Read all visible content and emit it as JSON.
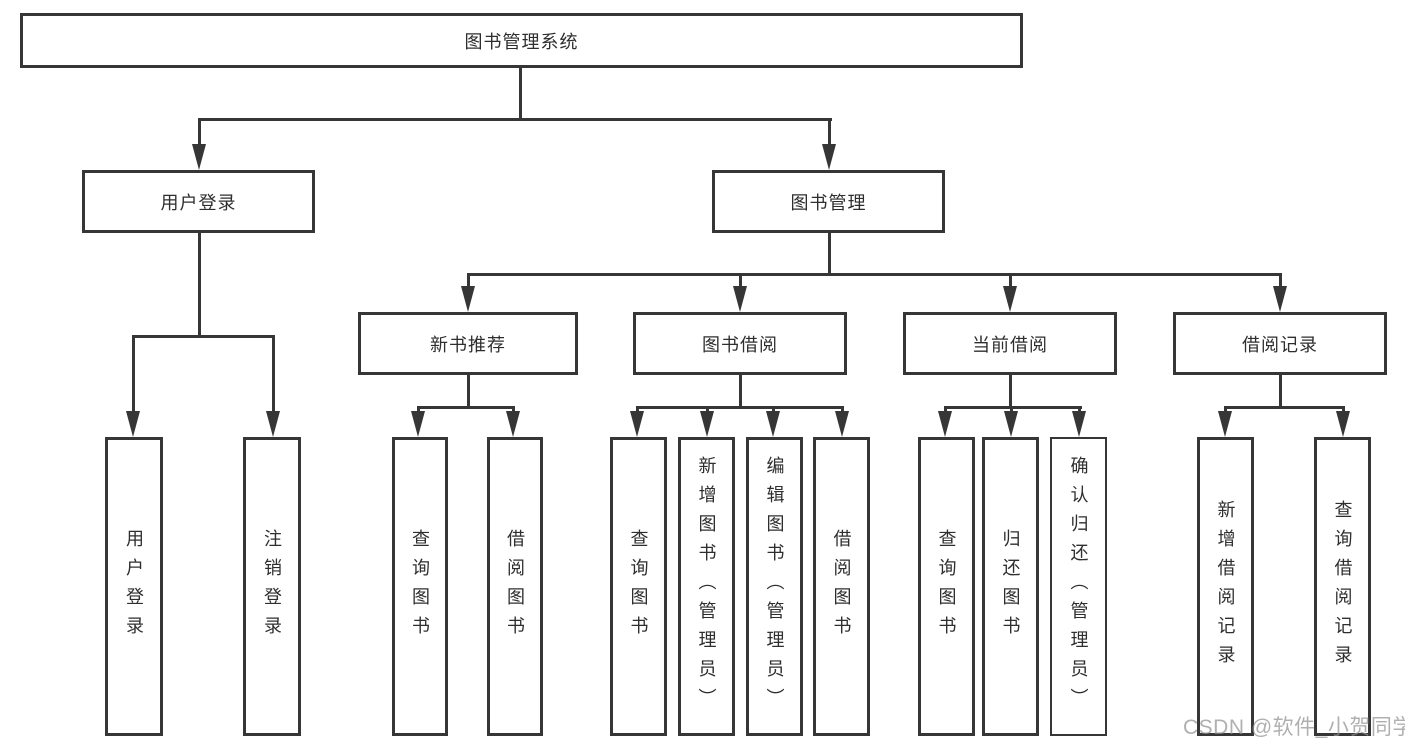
{
  "diagram": {
    "nodes": {
      "root": "图书管理系统",
      "user_login": "用户登录",
      "book_mgmt": "图书管理",
      "new_book_rec": "新书推荐",
      "book_borrow": "图书借阅",
      "current_borrow": "当前借阅",
      "borrow_records": "借阅记录",
      "ul_user_login": "用户登录",
      "ul_logout": "注销登录",
      "nb_query": "查询图书",
      "nb_borrow": "借阅图书",
      "bb_query": "查询图书",
      "bb_add": "新增图书（管理员）",
      "bb_edit": "编辑图书（管理员）",
      "bb_borrow": "借阅图书",
      "cb_query": "查询图书",
      "cb_return": "归还图书",
      "cb_confirm": "确认归还（管理员）",
      "br_add": "新增借阅记录",
      "br_query": "查询借阅记录"
    }
  },
  "watermark": "CSDN @软件_小贺同学"
}
